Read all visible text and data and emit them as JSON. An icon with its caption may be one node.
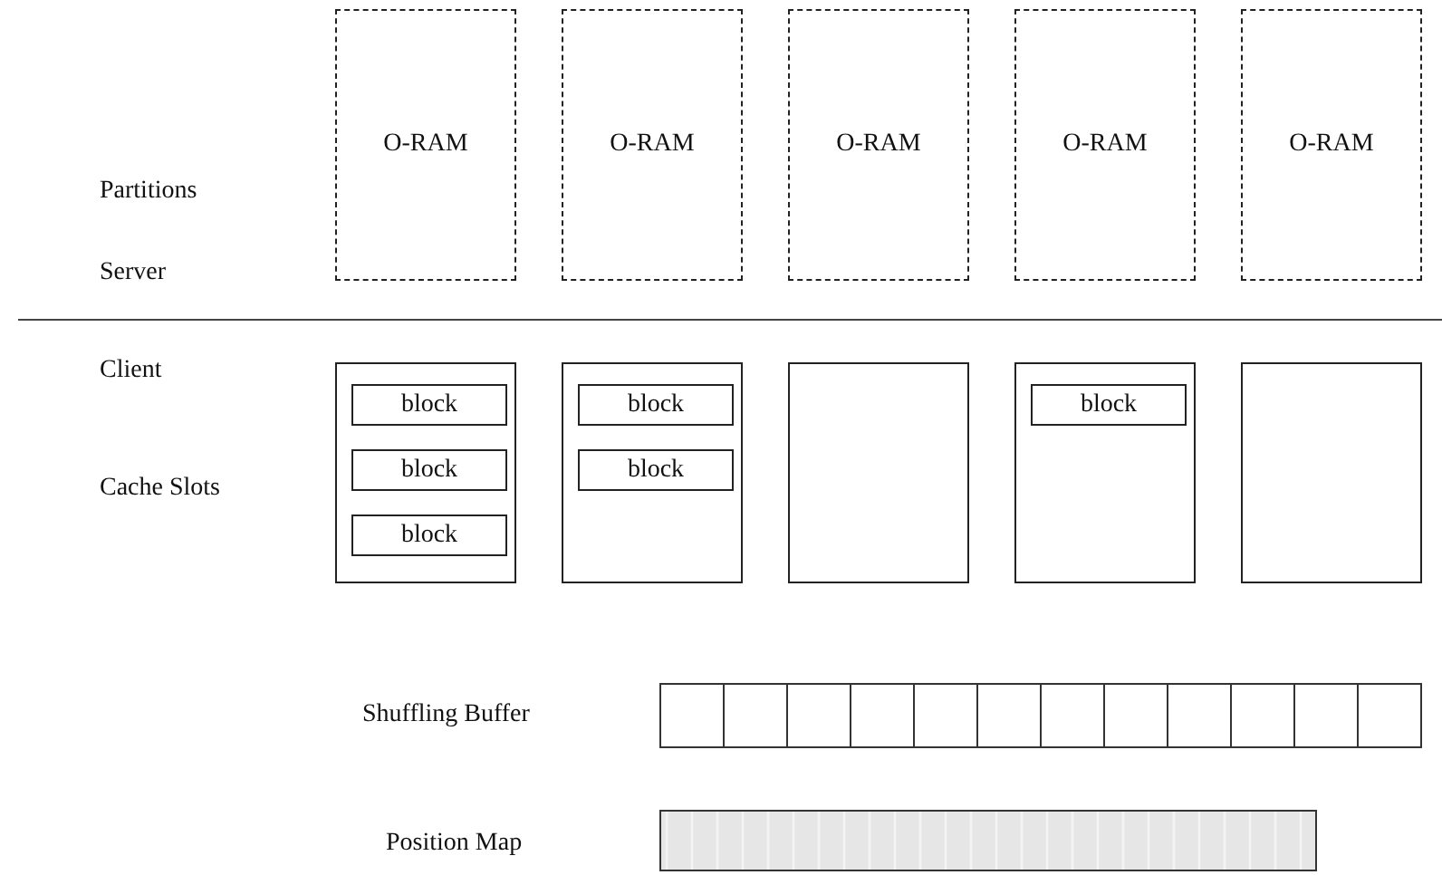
{
  "diagram": {
    "nodes": [
      {
        "text": [
          "O-RAM"
        ]
      },
      {
        "text": [
          "O-RAM"
        ]
      },
      {
        "text": [
          "O-RAM"
        ]
      },
      {
        "text": [
          "O-RAM"
        ]
      },
      {
        "text": [
          "O-RAM"
        ]
      },
      {
        "text": [],
        "shape": "box"
      },
      {
        "text": [
          "block"
        ],
        "in": 5
      },
      {
        "text": [
          "block"
        ],
        "in": 5
      },
      {
        "text": [
          "block"
        ],
        "in": 5
      },
      {
        "text": [],
        "shape": "box"
      },
      {
        "text": [
          "block"
        ],
        "in": 9
      },
      {
        "text": [
          "block"
        ],
        "in": 9
      },
      {
        "text": [],
        "shape": "box"
      },
      {
        "text": [],
        "shape": "box"
      },
      {
        "text": [
          "block"
        ],
        "in": 13
      },
      {
        "text": [],
        "shape": "box"
      }
    ],
    "labels": [
      "Partitions",
      "Server",
      "Client",
      "Cache Slots",
      "Shuffling Buffer",
      "Position Map"
    ]
  }
}
